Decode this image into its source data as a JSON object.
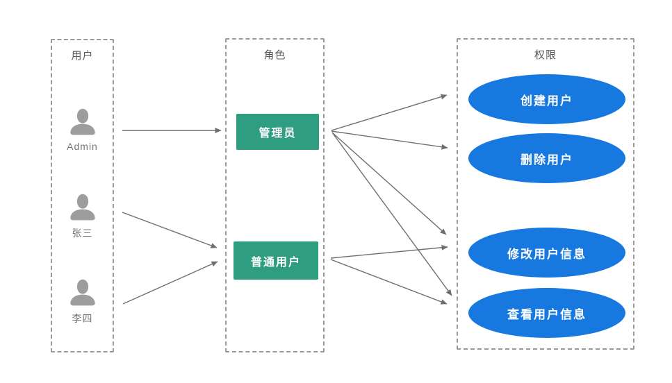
{
  "diagram": {
    "type": "rbac-model-diagram"
  },
  "colors": {
    "role_green": "#2E9D80",
    "permission_blue": "#1778E0",
    "border_gray": "#9A9A9A",
    "arrow_gray": "#6E6E6E",
    "title_text": "#595959",
    "user_label": "#757575",
    "person_icon_gray": "#9D9D9D"
  },
  "users": {
    "title": "用户",
    "items": [
      {
        "label": "Admin",
        "icon": "person-icon"
      },
      {
        "label": "张三",
        "icon": "person-icon"
      },
      {
        "label": "李四",
        "icon": "person-icon"
      }
    ]
  },
  "roles": {
    "title": "角色",
    "items": [
      {
        "label": "管理员"
      },
      {
        "label": "普通用户"
      }
    ]
  },
  "permissions": {
    "title": "权限",
    "items": [
      {
        "label": "创建用户"
      },
      {
        "label": "删除用户"
      },
      {
        "label": "修改用户信息"
      },
      {
        "label": "查看用户信息"
      }
    ]
  },
  "connections": [
    {
      "from": "Admin",
      "to": "管理员"
    },
    {
      "from": "张三",
      "to": "普通用户"
    },
    {
      "from": "李四",
      "to": "普通用户"
    },
    {
      "from": "管理员",
      "to": "创建用户"
    },
    {
      "from": "管理员",
      "to": "删除用户"
    },
    {
      "from": "管理员",
      "to": "修改用户信息"
    },
    {
      "from": "管理员",
      "to": "查看用户信息"
    },
    {
      "from": "普通用户",
      "to": "修改用户信息"
    },
    {
      "from": "普通用户",
      "to": "查看用户信息"
    }
  ]
}
